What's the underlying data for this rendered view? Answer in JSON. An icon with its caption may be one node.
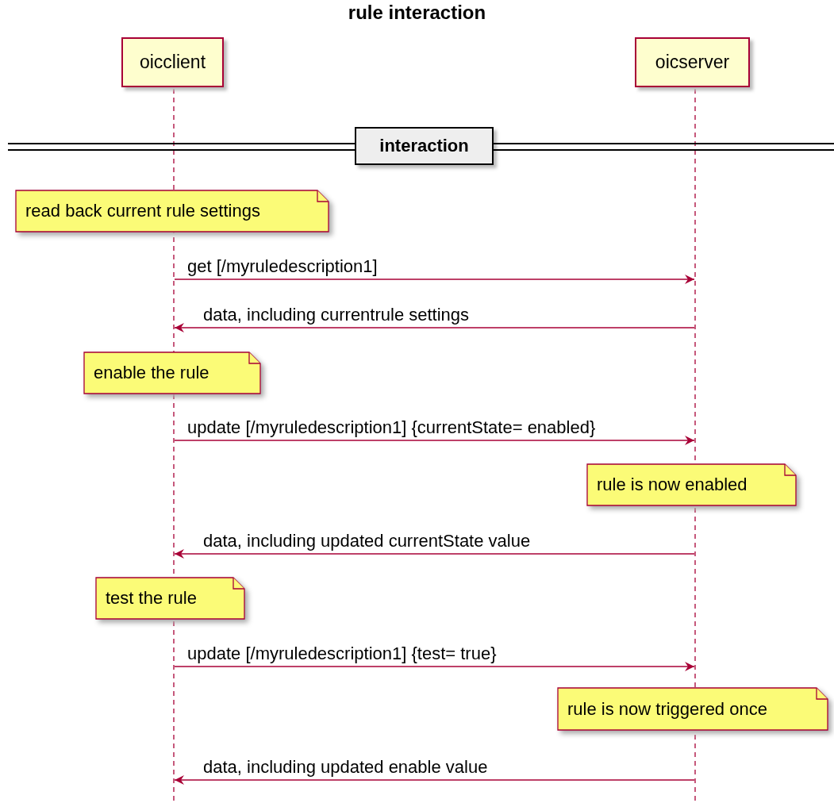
{
  "diagram": {
    "title": "rule interaction",
    "nodes": [
      {
        "text": [
          "oicclient"
        ]
      },
      {
        "text": [
          "oicserver"
        ]
      },
      {
        "text": [
          "interaction"
        ]
      },
      {
        "text": [
          "read back current rule settings"
        ]
      },
      {
        "text": [
          "enable the rule"
        ]
      },
      {
        "text": [
          "rule is now enabled"
        ]
      },
      {
        "text": [
          "test the rule"
        ]
      },
      {
        "text": [
          "rule is now triggered once"
        ]
      }
    ],
    "edges": [
      {
        "from": 0,
        "to": 1,
        "arrow": "to",
        "label": "get [/myruledescription1]"
      },
      {
        "from": 1,
        "to": 0,
        "arrow": "to",
        "label": "data, including currentrule settings"
      },
      {
        "from": 0,
        "to": 1,
        "arrow": "to",
        "label": "update [/myruledescription1] {currentState= enabled}"
      },
      {
        "from": 1,
        "to": 0,
        "arrow": "to",
        "label": "data, including updated currentState value"
      },
      {
        "from": 0,
        "to": 1,
        "arrow": "to",
        "label": "update [/myruledescription1] {test= true}"
      },
      {
        "from": 1,
        "to": 0,
        "arrow": "to",
        "label": "data, including updated enable value"
      }
    ]
  }
}
